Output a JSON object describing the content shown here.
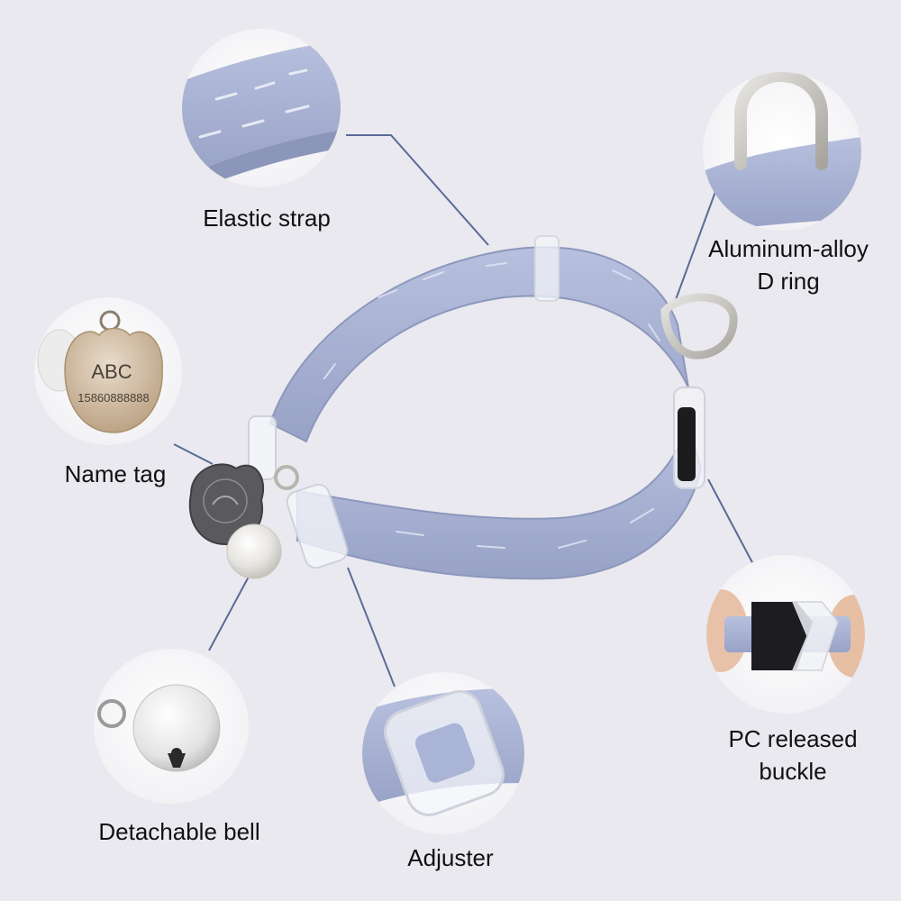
{
  "colors": {
    "background": "#e9e9ef",
    "strap": "#a9b3d4",
    "strap_dark": "#8d97bd",
    "leader_line": "#5b6a96",
    "metal": "#c9c7c2",
    "tag_gold": "#cdb79b"
  },
  "name_tag": {
    "initials": "ABC",
    "phone": "15860888888"
  },
  "callouts": {
    "strap": "Elastic strap",
    "dring_1": "Aluminum-alloy",
    "dring_2": "D ring",
    "name_tag": "Name tag",
    "buckle_1": "PC released",
    "buckle_2": "buckle",
    "bell": "Detachable bell",
    "adjuster": "Adjuster"
  }
}
